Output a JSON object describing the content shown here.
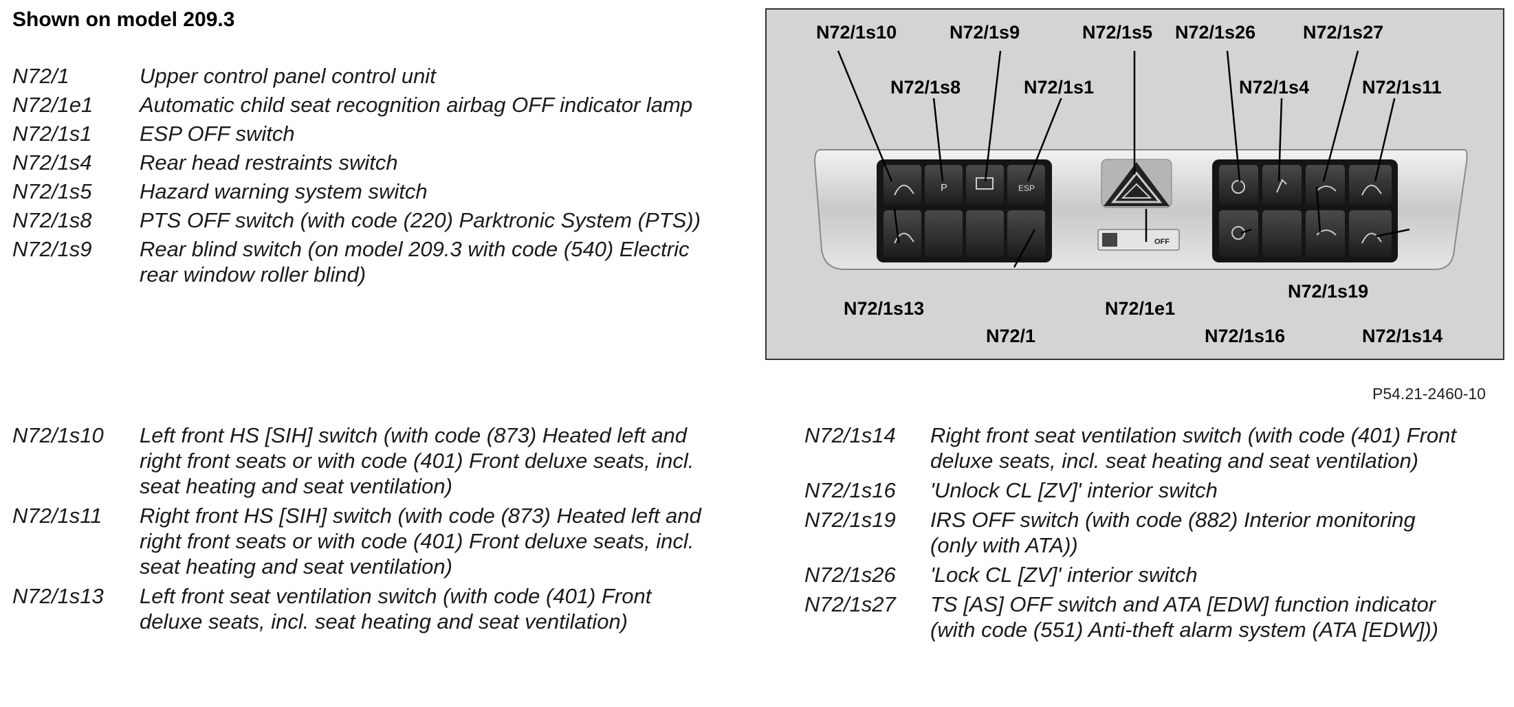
{
  "heading": "Shown on model 209.3",
  "figure_ref": "P54.21-2460-10",
  "legend_top": [
    {
      "code": "N72/1",
      "desc": "Upper control panel control unit"
    },
    {
      "code": "N72/1e1",
      "desc": "Automatic child seat recognition airbag OFF indicator lamp"
    },
    {
      "code": "N72/1s1",
      "desc": "ESP OFF switch"
    },
    {
      "code": "N72/1s4",
      "desc": "Rear head restraints switch"
    },
    {
      "code": "N72/1s5",
      "desc": "Hazard warning system switch"
    },
    {
      "code": "N72/1s8",
      "desc": "PTS OFF switch (with code (220) Parktronic System (PTS))"
    },
    {
      "code": "N72/1s9",
      "desc": "Rear blind switch (on model 209.3 with code (540) Electric rear window roller blind)"
    }
  ],
  "legend_bottom_left": [
    {
      "code": "N72/1s10",
      "desc": "Left front HS [SIH] switch (with code (873) Heated left and right front seats or with code (401) Front deluxe seats, incl. seat heating and seat ventilation)"
    },
    {
      "code": "N72/1s11",
      "desc": "Right front HS [SIH] switch (with code (873) Heated left and right front seats or with code (401) Front deluxe seats, incl. seat heating and seat ventilation)"
    },
    {
      "code": "N72/1s13",
      "desc": "Left front seat ventilation switch (with code (401) Front deluxe seats, incl. seat heating and seat ventilation)"
    }
  ],
  "legend_bottom_right": [
    {
      "code": "N72/1s14",
      "desc": "Right front seat ventilation switch (with code (401) Front deluxe seats, incl. seat heating and seat ventilation)"
    },
    {
      "code": "N72/1s16",
      "desc": "'Unlock CL [ZV]' interior switch"
    },
    {
      "code": "N72/1s19",
      "desc": "IRS OFF switch (with code (882) Interior monitoring (only with ATA))"
    },
    {
      "code": "N72/1s26",
      "desc": "'Lock CL [ZV]' interior switch"
    },
    {
      "code": "N72/1s27",
      "desc": "TS [AS] OFF switch and ATA [EDW] function indicator (with code (551) Anti-theft alarm system (ATA [EDW]))"
    }
  ],
  "callouts": {
    "s10": "N72/1s10",
    "s9": "N72/1s9",
    "s5": "N72/1s5",
    "s26": "N72/1s26",
    "s27": "N72/1s27",
    "s8": "N72/1s8",
    "s1": "N72/1s1",
    "s4": "N72/1s4",
    "s11": "N72/1s11",
    "s13": "N72/1s13",
    "e1": "N72/1e1",
    "s19": "N72/1s19",
    "unit": "N72/1",
    "s16": "N72/1s16",
    "s14": "N72/1s14"
  },
  "panel_labels": {
    "pts": "P",
    "esp": "ESP",
    "airbag_off": "OFF"
  }
}
